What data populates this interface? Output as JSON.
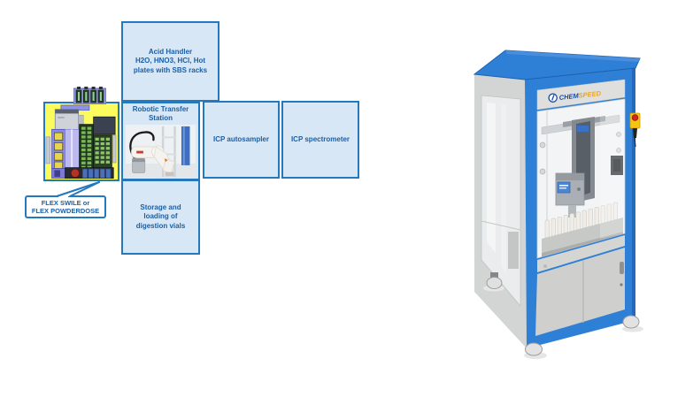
{
  "colors": {
    "diagram_border": "#2478bd",
    "diagram_fill": "#d8e7f5",
    "diagram_text": "#1b5fa6",
    "flex_box_fill": "#fbfb5d",
    "machine_blue": "#2e7fd6",
    "logo_blue": "#17479e",
    "logo_orange": "#f0a11d"
  },
  "diagram": {
    "boxes": {
      "acid_handler": {
        "label": "Acid Handler\nH2O, HNO3, HCl, Hot\nplates with SBS racks"
      },
      "robotic_transfer": {
        "label": "Robotic Transfer\nStation"
      },
      "icp_autosampler": {
        "label": "ICP autosampler"
      },
      "icp_spectrometer": {
        "label": "ICP spectrometer"
      },
      "storage": {
        "label": "Storage and\nloading of\ndigestion vials"
      }
    },
    "callout": {
      "label": "FLEX SWILE or\nFLEX POWDERDOSE"
    },
    "icons": {
      "flex_device": "flex-module-illustration",
      "vial_rack": "vial-rack-icon",
      "robot_photo": "robot-arm-photo"
    }
  },
  "machine": {
    "logo": {
      "icon": "chemspeed-logo-icon",
      "brand_primary": "CHEM",
      "brand_secondary": "SPEED"
    },
    "icons": {
      "estop": "emergency-stop-button",
      "photo": "instrument-cabinet-photo"
    }
  }
}
